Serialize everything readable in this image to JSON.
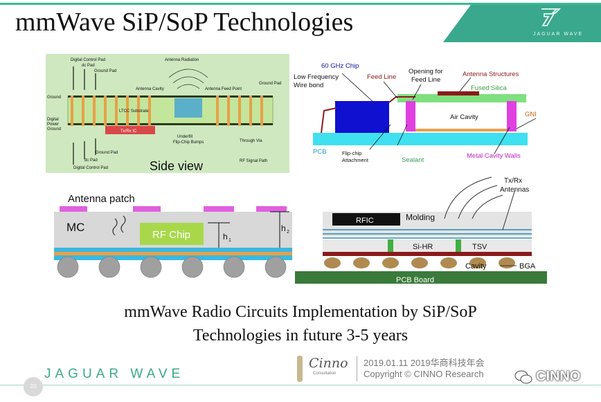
{
  "slide": {
    "title": "mmWave SiP/SoP Technologies",
    "caption_line1": "mmWave Radio Circuits Implementation by SiP/SoP",
    "caption_line2": "Technologies in future 3-5 years"
  },
  "branding": {
    "banner_text": "JAGUAR WAVE",
    "footer_brand": "JAGUAR WAVE",
    "page_number": "20",
    "cinno_logo": "Cinno",
    "cinno_sub": "Consultation",
    "meta_date": "2019.01.11 2019华商科技年会",
    "meta_copyright": "Copyright © CINNO Research",
    "watermark": "CINNO"
  },
  "colors": {
    "accent": "#3aa88c",
    "ltcc_green": "#c9e6a8",
    "copper": "#e8a04a",
    "antenna_green": "#7fe07f",
    "cavity_magenta": "#e040e0",
    "chip_blue": "#1010d0",
    "pcb_cyan": "#40e0f0"
  },
  "panel_tl": {
    "labels": {
      "digital_control_pad_top": "Digital Control Pad",
      "dc_pad_top": "dc Pad",
      "ground_pad_top": "Ground Pad",
      "antenna_radiation": "Antenna Radiation",
      "ground_left": "Ground",
      "antenna_cavity": "Antenna Cavity",
      "antenna_feed_point": "Antenna Feed Point",
      "ground_pad_right": "Ground Pad",
      "ltcc_substrate": "LTCC Substrate",
      "digital_left": "Digital",
      "power_left": "Power",
      "ground_left2": "Ground",
      "txrx_ic": "Tx/Rx IC",
      "underfill": "Underfill",
      "flip_chip_bumps": "Flip-Chip Bumps",
      "through_via": "Through Via",
      "ground_pad_bottom": "Ground Pad",
      "dc_pad_bottom": "dc Pad",
      "digital_control_pad_bottom": "Digital Control Pad",
      "side_view": "Side view",
      "rf_signal_path": "RF Signal Path"
    }
  },
  "panel_tr": {
    "labels": {
      "chip": "60 GHz Chip",
      "low_frequency": "Low     Frequency",
      "wire_bond": "Wire bond",
      "feed_line": "Feed Line",
      "opening_for": "Opening   for",
      "feed_line2": "Feed Line",
      "antenna_structures": "Antenna Structures",
      "fused_silica": "Fused Silica",
      "air_cavity": "Air Cavity",
      "gnd": "GND",
      "pcb": "PCB",
      "flip_chip": "Flip-chip",
      "attachment": "Attachment",
      "sealant": "Sealant",
      "metal_cavity_walls": "Metal Cavity Walls"
    }
  },
  "panel_bl": {
    "labels": {
      "antenna_patch": "Antenna patch",
      "mc": "MC",
      "rf_chip": "RF Chip",
      "h1": "h",
      "h1_sub": "1",
      "h2": "h",
      "h2_sub": "2"
    }
  },
  "panel_br": {
    "labels": {
      "txrx": "Tx/Rx",
      "antennas": "Antennas",
      "rfic": "RFIC",
      "molding": "Molding",
      "si_hr": "Si-HR",
      "tsv": "TSV",
      "cavity": "Cavity",
      "bga": "BGA",
      "pcb_board": "PCB Board"
    }
  }
}
